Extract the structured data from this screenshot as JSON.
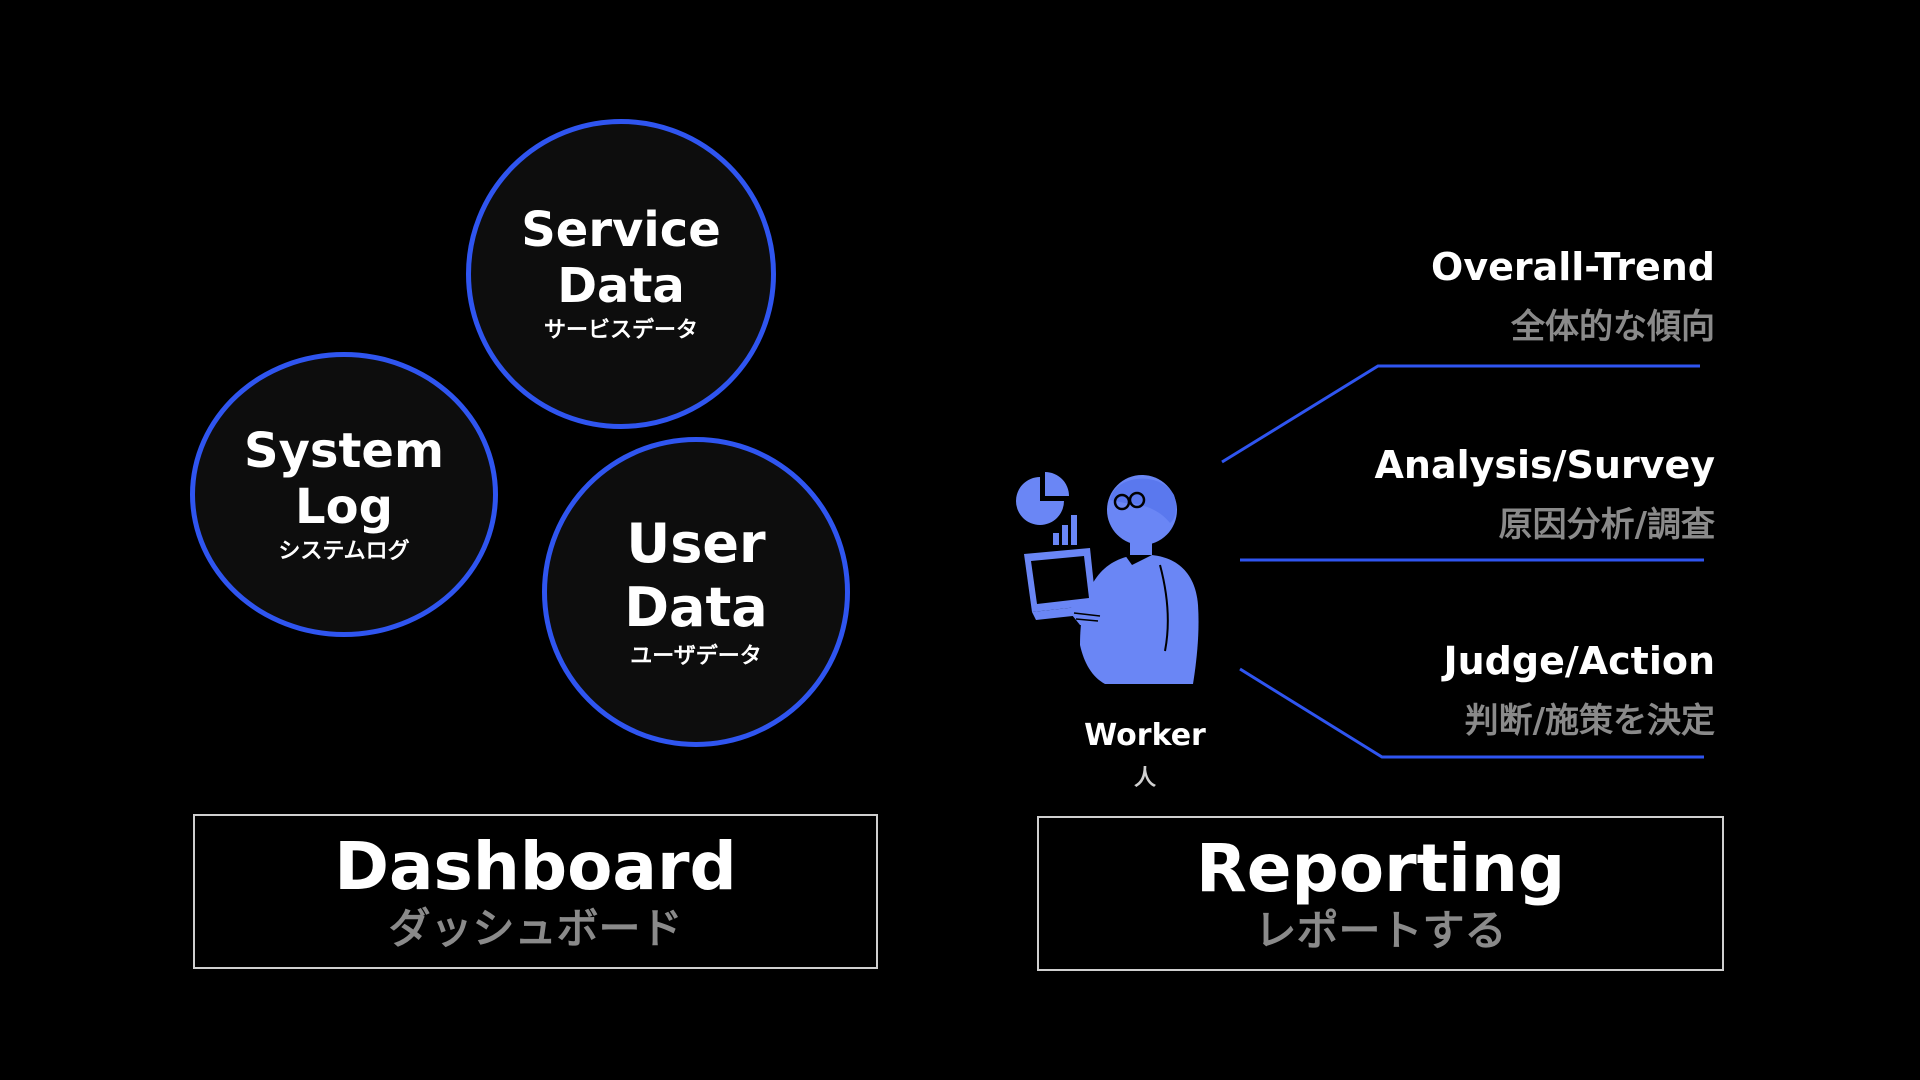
{
  "circles": {
    "service": {
      "en": "Service\nData",
      "jp": "サービスデータ"
    },
    "system": {
      "en": "System\nLog",
      "jp": "システムログ"
    },
    "user": {
      "en": "User\nData",
      "jp": "ユーザデータ"
    }
  },
  "boxes": {
    "dashboard": {
      "en": "Dashboard",
      "jp": "ダッシュボード"
    },
    "reporting": {
      "en": "Reporting",
      "jp": "レポートする"
    }
  },
  "worker": {
    "en": "Worker",
    "jp": "人"
  },
  "outcomes": [
    {
      "en": "Overall-Trend",
      "jp": "全体的な傾向"
    },
    {
      "en": "Analysis/Survey",
      "jp": "原因分析/調査"
    },
    {
      "en": "Judge/Action",
      "jp": "判断/施策を決定"
    }
  ],
  "colors": {
    "accent": "#2f55f0",
    "figure": "#6a86f5",
    "muted": "#8a8a8a"
  },
  "icons": [
    "pie-chart-icon",
    "bar-chart-icon",
    "laptop-icon",
    "person-icon"
  ]
}
